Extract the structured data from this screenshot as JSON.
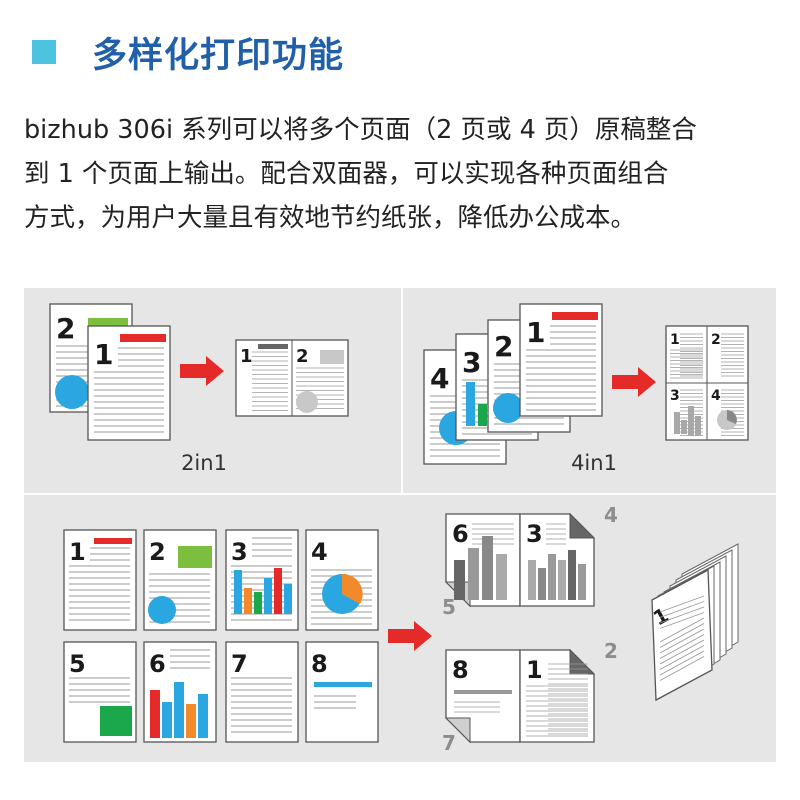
{
  "header": {
    "title": "多样化打印功能",
    "accent_color": "#4dc3e0",
    "title_color": "#2160a8"
  },
  "intro": {
    "lines": [
      "bizhub 306i 系列可以将多个页面（2 页或 4 页）原稿整合",
      "到  1  个页面上输出。配合双面器，可以实现各种页面组合",
      "方式，为用户大量且有效地节约纸张，降低办公成本。"
    ]
  },
  "diagram": {
    "panel_color": "#e6e6e6",
    "arrow_color": "#e52a2a",
    "two_in_one": {
      "label": "2in1",
      "pages": [
        "1",
        "2"
      ]
    },
    "four_in_one": {
      "label": "4in1",
      "pages": [
        "1",
        "2",
        "3",
        "4"
      ]
    },
    "booklet": {
      "pages": [
        "1",
        "2",
        "3",
        "4",
        "5",
        "6",
        "7",
        "8"
      ],
      "sheet_top": {
        "left": "6",
        "right": "3",
        "back_right": "4",
        "back_left": "5"
      },
      "sheet_bottom": {
        "left": "8",
        "right": "1",
        "back_right": "2",
        "back_left": "7"
      },
      "book": "1"
    },
    "colors": {
      "red": "#e52a2a",
      "green": "#7cbf3e",
      "blue": "#2aa6e0",
      "orange": "#f2892a",
      "dark_green": "#1aa84b",
      "gray": "#a8a8a8",
      "dark_gray": "#666666"
    }
  }
}
